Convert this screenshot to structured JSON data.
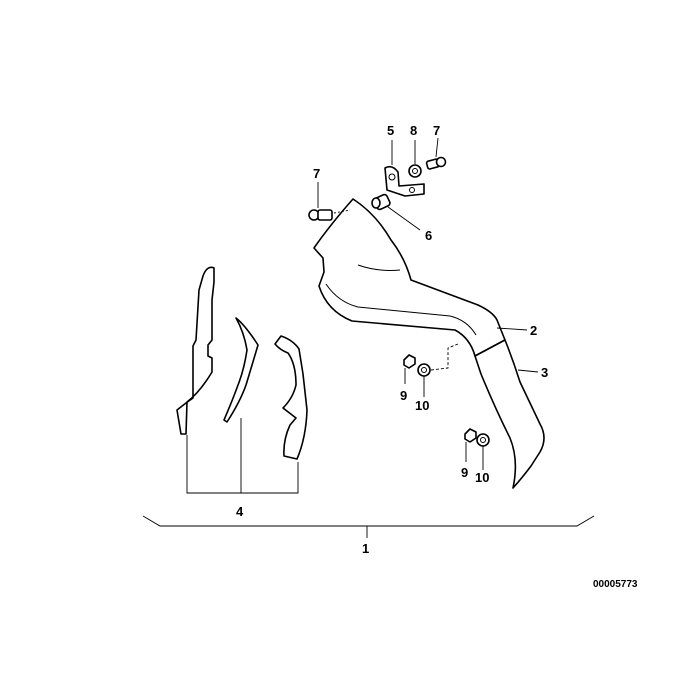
{
  "diagram": {
    "reference_number": "00005773",
    "callouts": {
      "c1": "1",
      "c2": "2",
      "c3": "3",
      "c4": "4",
      "c5": "5",
      "c6": "6",
      "c7a": "7",
      "c7b": "7",
      "c8": "8",
      "c9a": "9",
      "c9b": "9",
      "c10a": "10",
      "c10b": "10"
    }
  }
}
